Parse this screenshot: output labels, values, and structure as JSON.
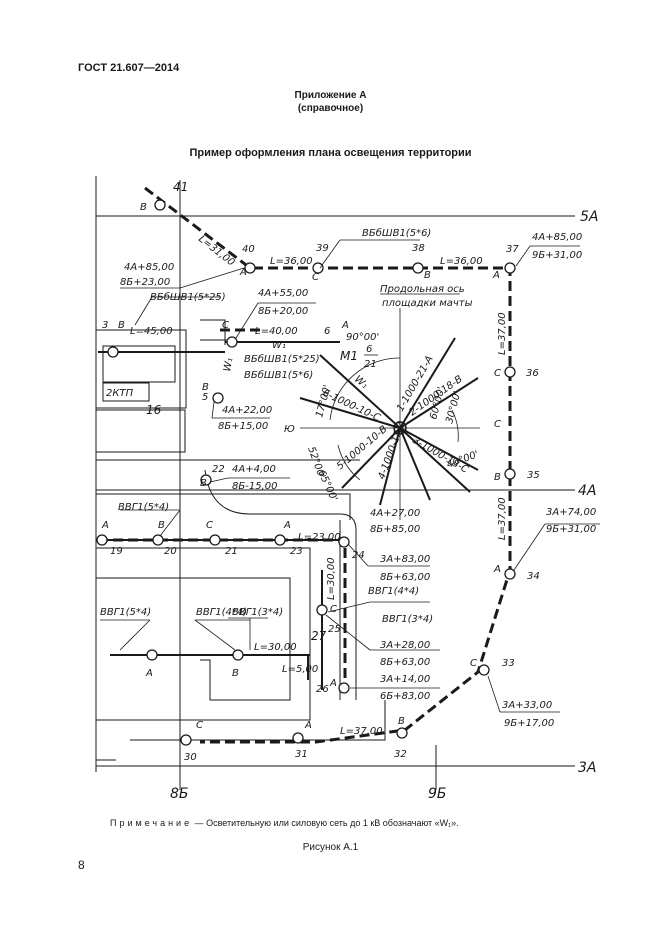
{
  "header": {
    "standard": "ГОСТ 21.607—2014"
  },
  "appendix": {
    "title": "Приложение А",
    "subtitle": "(справочное)"
  },
  "figure": {
    "title": "Пример оформления плана освещения территории",
    "axes": {
      "a5": "5А",
      "a4": "4А",
      "a3": "3А",
      "b8": "8Б",
      "b9": "9Б"
    },
    "poles": [
      "41",
      "40",
      "39",
      "38",
      "37",
      "36",
      "35",
      "34",
      "33",
      "32",
      "31",
      "30",
      "19",
      "20",
      "21",
      "22",
      "23",
      "24",
      "25",
      "26",
      "27",
      "5",
      "6",
      "3"
    ],
    "lengths": {
      "l3100": "L=31,00",
      "l3600a": "L=36,00",
      "l3600b": "L=36,00",
      "l3700a": "L=37,00",
      "l3700b": "L=37,00",
      "l3700c": "L=37,00",
      "l4500": "L=45,00",
      "l4000": "L=40,00",
      "l2300": "L=23,00",
      "l3000a": "L=30,00",
      "l3000b": "L=30,00",
      "l500": "L=5,00"
    },
    "coords": {
      "c1a": "4А+85,00",
      "c1b": "8Б+23,00",
      "c2a": "4А+55,00",
      "c2b": "8Б+20,00",
      "c3a": "4А+85,00",
      "c3b": "9Б+31,00",
      "c4a": "4А+22,00",
      "c4b": "8Б+15,00",
      "c5a": "4А+4,00",
      "c5b": "8Б-15,00",
      "c6a": "4А+27,00",
      "c6b": "8Б+85,00",
      "c7a": "3А+83,00",
      "c7b": "8Б+63,00",
      "c8a": "3А+74,00",
      "c8b": "9Б+31,00",
      "c9a": "3А+28,00",
      "c9b": "8Б+63,00",
      "c10a": "3А+14,00",
      "c10b": "6Б+83,00",
      "c11a": "3А+33,00",
      "c11b": "9Б+17,00"
    },
    "cables": {
      "k1": "ВБбШВ1(5*6)",
      "k2": "ВБбШВ1(5*25)",
      "k3": "ВБбШВ1(5*25)",
      "k4": "ВБбШВ1(5*6)",
      "k5": "ВВГ1(5*4)",
      "k6": "ВВГ1(4*4)",
      "k7": "ВВГ1(3*4)",
      "k8": "ВВГ1(5*4)",
      "k9": "ВВГ1(4*4)",
      "k10": "ВВГ1(3*4)"
    },
    "mast": {
      "name": "М1",
      "frac_top": "6",
      "frac_bot": "21",
      "axis_line1": "Продольная ось",
      "axis_line2": "площадки мачты",
      "beam1": "1-1000-21-А",
      "beam2": "2-1000-18-В",
      "beam3": "3-1000-18-С",
      "beam4": "4-1000-15-А",
      "beam5": "5-1000-10-В",
      "beam6": "6-1000-10-С",
      "a17": "17°00'",
      "a60": "60°00'",
      "a30": "30°00'",
      "a40": "40°00'",
      "a65": "65°00'",
      "a90": "90°00'",
      "a52": "52°00'",
      "south": "Ю"
    },
    "phases": {
      "a": "А",
      "b": "В",
      "c": "С"
    },
    "building": {
      "ktp": "2КТП",
      "num16": "16",
      "num3": "3",
      "w": "W₁"
    }
  },
  "note": {
    "label": "Примечание",
    "dash": "—",
    "text": "Осветительную или силовую сеть до 1 кВ обозначают «W₁»."
  },
  "caption": "Рисунок А.1",
  "page_number": "8"
}
